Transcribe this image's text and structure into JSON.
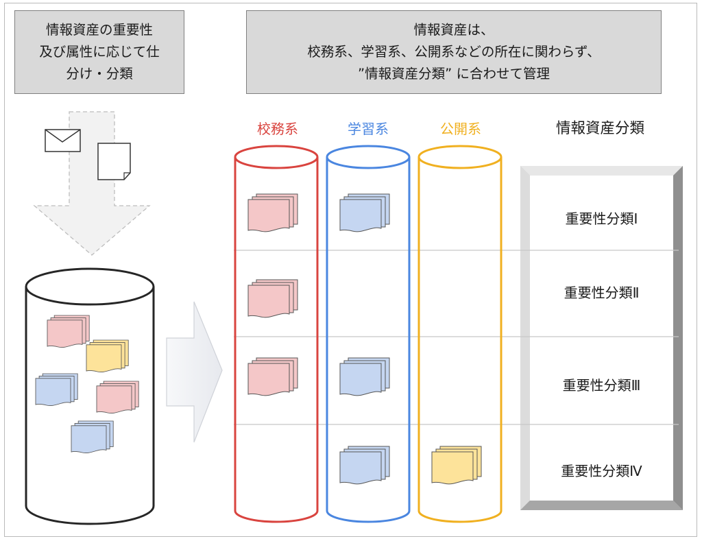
{
  "captions": {
    "left_lines": [
      "情報資産の重要性",
      "及び属性に応じて仕",
      "分け・分類"
    ],
    "right_lines": [
      "情報資産は、",
      "校務系、学習系、公開系などの所在に関わらず、",
      "”情報資産分類” に合わせて管理"
    ]
  },
  "columns": {
    "koumu": "校務系",
    "gakushu": "学習系",
    "koukai": "公開系"
  },
  "classification": {
    "title": "情報資産分類",
    "tiers": [
      "重要性分類Ⅰ",
      "重要性分類Ⅱ",
      "重要性分類Ⅲ",
      "重要性分類Ⅳ"
    ]
  },
  "colors": {
    "koumu": "#d9443f",
    "gakushu": "#4a86e0",
    "koukai": "#f0b020",
    "doc_pink": "#f4c7c8",
    "doc_blue": "#c5d6f1",
    "doc_yellow": "#fde39a"
  }
}
